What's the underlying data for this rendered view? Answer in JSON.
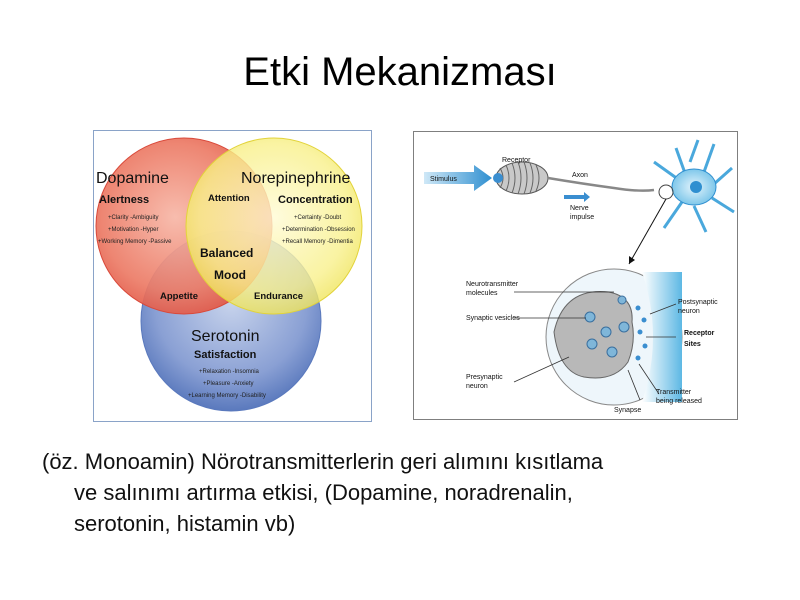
{
  "slide": {
    "title": "Etki Mekanizması",
    "caption_lines": [
      "(öz. Monoamin) Nörotransmitterlerin geri alımını kısıtlama",
      "ve salınımı artırma etkisi, (Dopamine, noradrenalin,",
      "serotonin, histamin vb)"
    ]
  },
  "venn": {
    "dopamine": {
      "name": "Dopamine",
      "trait": "Alertness",
      "items": [
        "+Clarity -Ambiguity",
        "+Motivation -Hyper",
        "+Working Memory -Passive"
      ],
      "color": "#e8584a"
    },
    "norepinephrine": {
      "name": "Norepinephrine",
      "trait": "Concentration",
      "items": [
        "+Certainty -Doubt",
        "+Determination -Obsession",
        "+Recall Memory -Dimentia"
      ],
      "color": "#f4e64a"
    },
    "serotonin": {
      "name": "Serotonin",
      "trait": "Satisfaction",
      "items": [
        "+Relaxation -Insomnia",
        "+Pleasure -Anxiety",
        "+Learning Memory -Disability"
      ],
      "color": "#5a79bd"
    },
    "overlaps": {
      "attention": "Attention",
      "appetite": "Appetite",
      "endurance": "Endurance",
      "balanced": "Balanced",
      "mood": "Mood"
    }
  },
  "synapse": {
    "labels": {
      "receptor": "Receptor",
      "axon": "Axon",
      "stimulus": "Stimulus",
      "nerve": "Nerve",
      "impulse": "impulse",
      "nt1": "Neurotransmitter",
      "nt2": "molecules",
      "vesicles": "Synaptic vesicles",
      "post1": "Postsynaptic",
      "post2": "neuron",
      "rec1": "Receptor",
      "rec2": "Sites",
      "pre1": "Presynaptic",
      "pre2": "neuron",
      "trans1": "Transmitter",
      "trans2": "being released",
      "syn": "Synapse"
    }
  }
}
